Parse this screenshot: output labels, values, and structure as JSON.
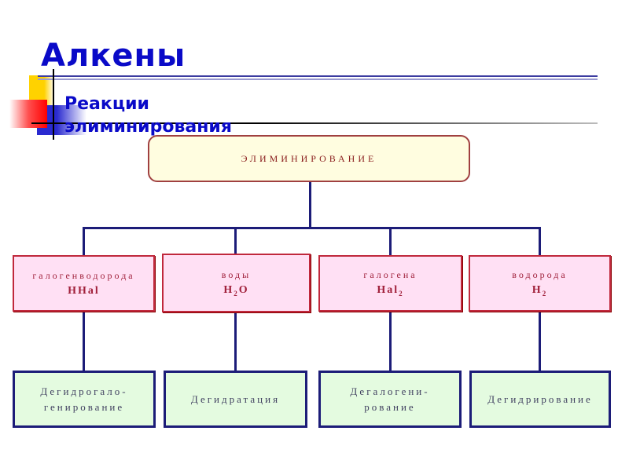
{
  "slide": {
    "title": "Алкены",
    "subtitle_line1": "Реакции",
    "subtitle_line2": "элиминирования"
  },
  "diagram": {
    "root": "ЭЛИМИНИРОВАНИЕ",
    "reagents": [
      {
        "name": "галогенводорода",
        "formula": "HHal",
        "sub": ""
      },
      {
        "name": "воды",
        "formula": "H",
        "sub": "2",
        "formula_tail": "O"
      },
      {
        "name": "галогена",
        "formula": "Hal",
        "sub": "2"
      },
      {
        "name": "водорода",
        "formula": "H",
        "sub": "2"
      }
    ],
    "reactions": [
      {
        "line1": "Дегидрогало-",
        "line2": "генирование"
      },
      {
        "line1": "Дегидратация",
        "line2": ""
      },
      {
        "line1": "Дегалогени-",
        "line2": "рование"
      },
      {
        "line1": "Дегидрирование",
        "line2": ""
      }
    ]
  }
}
